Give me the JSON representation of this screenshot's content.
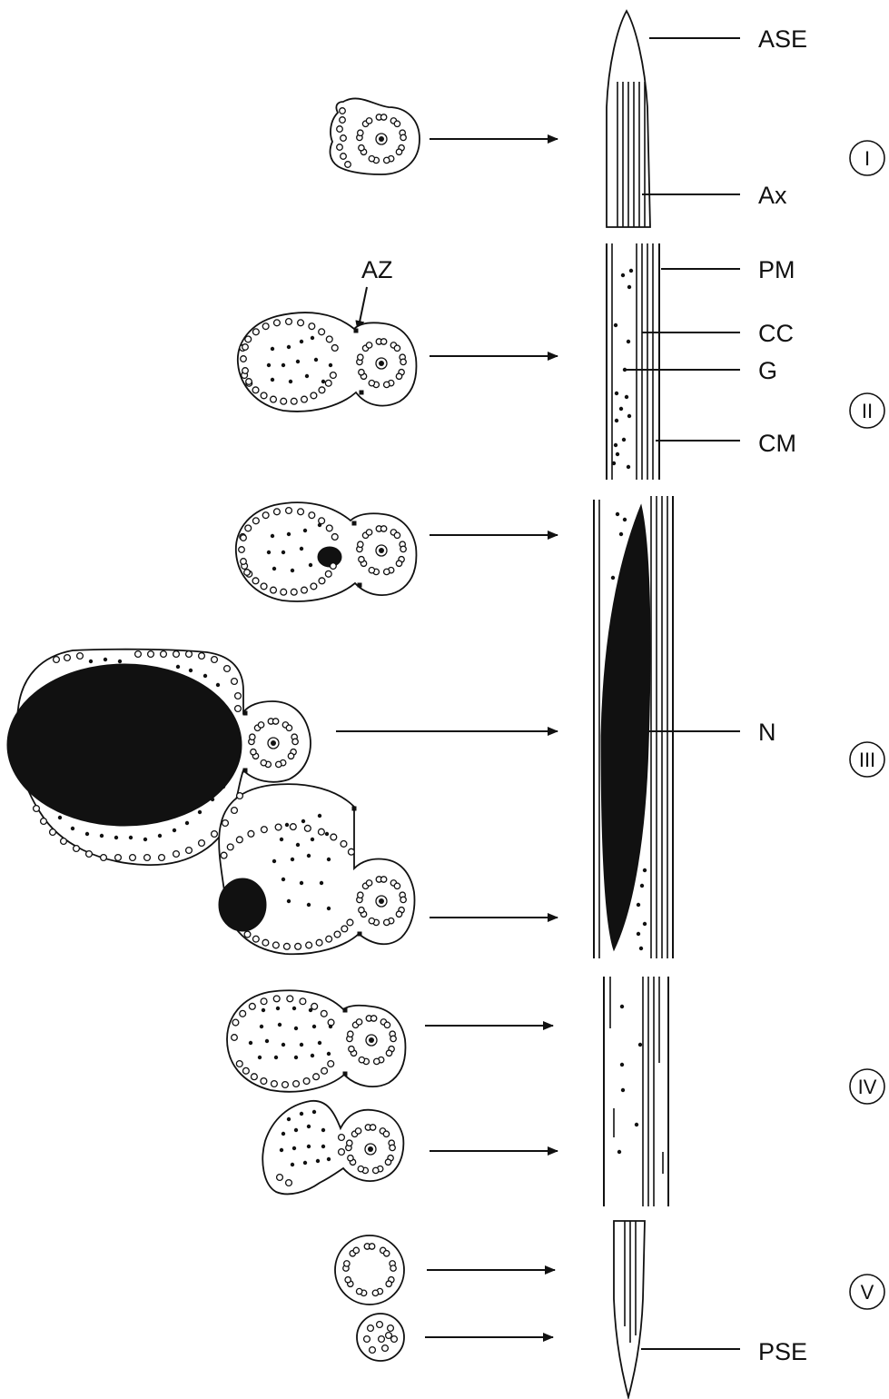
{
  "labels": {
    "ase": "ASE",
    "ax": "Ax",
    "pm": "PM",
    "cc": "CC",
    "g": "G",
    "cm": "CM",
    "az": "AZ",
    "n": "N",
    "pse": "PSE"
  },
  "stages": [
    "I",
    "II",
    "III",
    "IV",
    "V"
  ],
  "colors": {
    "ink": "#111111",
    "background": "#ffffff"
  }
}
